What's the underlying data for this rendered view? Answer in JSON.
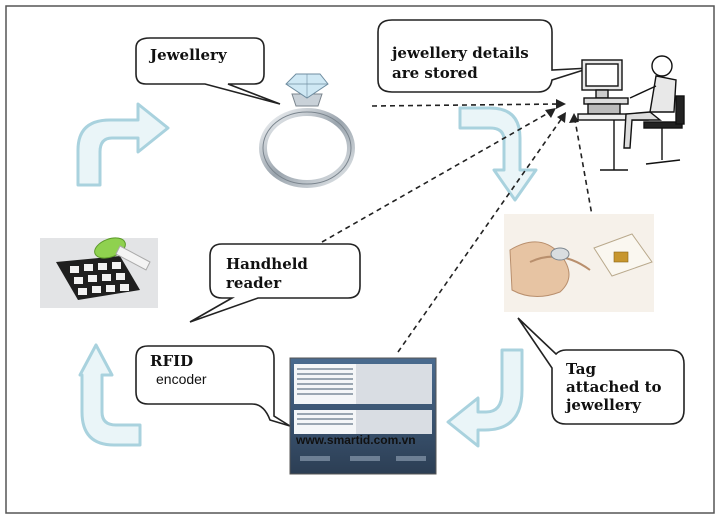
{
  "bubbles": {
    "jewellery": "Jewellery",
    "details_line1": "jewellery details",
    "details_line2": "are stored",
    "handheld_line1": "Handheld",
    "handheld_line2": "reader",
    "rfid_line1": "RFID",
    "rfid_line2": "encoder",
    "tag_line1": "Tag",
    "tag_line2": "attached to",
    "tag_line3": "jewellery"
  },
  "watermark": "www.smartid.com.vn",
  "colors": {
    "arrow_fill": "#eaf5f8",
    "arrow_stroke": "#a9d2de",
    "bubble_stroke": "#222222",
    "frame": "#555555"
  }
}
